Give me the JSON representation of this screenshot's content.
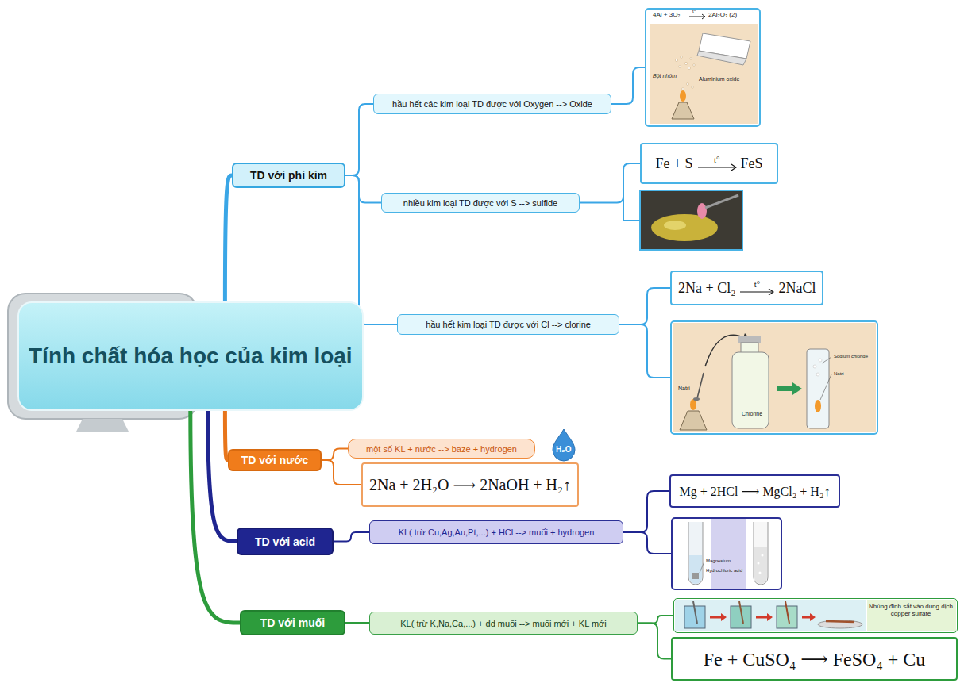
{
  "diagram": {
    "nodes": [
      {
        "text": [
          "Tính chất hóa học của kim loại"
        ]
      },
      {
        "text": [
          "TD với phi kim"
        ]
      },
      {
        "text": [
          "hầu hết các kim loại TD được với Oxygen --> Oxide"
        ]
      },
      {
        "text": [
          "4Al + 3O₂",
          "t°",
          "2Al₂O₃ (2)",
          "Bột nhôm",
          "Aluminium oxide"
        ]
      },
      {
        "text": [
          "nhiều kim loại TD được với S --> sulfide"
        ]
      },
      {
        "text": [
          "Fe + S",
          "t°",
          "FeS"
        ]
      },
      {
        "text": [
          "hầu hết kim loại TD được với Cl --> clorine"
        ]
      },
      {
        "text": [
          "2Na + Cl₂",
          "t°",
          "2NaCl"
        ]
      },
      {
        "text": [
          "Natri",
          "Chlorine",
          "Sodium chloride",
          "Natri"
        ]
      },
      {
        "text": [
          "TD với nước"
        ]
      },
      {
        "text": [
          "một số KL + nước --> baze + hydrogen"
        ]
      },
      {
        "text": [
          "2Na + 2H₂O ⟶ 2NaOH + H₂↑"
        ]
      },
      {
        "text": [
          "TD với acid"
        ]
      },
      {
        "text": [
          "KL( trừ Cu,Ag,Au,Pt,...) + HCl --> muối + hydrogen"
        ]
      },
      {
        "text": [
          "Mg + 2HCl ⟶ MgCl₂ + H₂↑"
        ]
      },
      {
        "text": [
          "Magnesium",
          "Hydrochloric acid"
        ]
      },
      {
        "text": [
          "TD với muối"
        ]
      },
      {
        "text": [
          "KL( trừ K,Na,Ca,...) + dd muối --> muối mới + KL mới"
        ]
      },
      {
        "text": [
          "Nhúng đinh sắt vào dung dịch copper sulfate"
        ]
      },
      {
        "text": [
          "Fe + CuSO₄ ⟶ FeSO₄ + Cu"
        ]
      }
    ],
    "edges": [
      {
        "from": 0,
        "to": 1,
        "arrow": "none"
      },
      {
        "from": 1,
        "to": 2,
        "arrow": "none"
      },
      {
        "from": 2,
        "to": 3,
        "arrow": "none"
      },
      {
        "from": 1,
        "to": 4,
        "arrow": "none"
      },
      {
        "from": 4,
        "to": 5,
        "arrow": "none"
      },
      {
        "from": 1,
        "to": 6,
        "arrow": "none"
      },
      {
        "from": 6,
        "to": 7,
        "arrow": "none"
      },
      {
        "from": 6,
        "to": 8,
        "arrow": "none"
      },
      {
        "from": 0,
        "to": 9,
        "arrow": "none"
      },
      {
        "from": 9,
        "to": 10,
        "arrow": "none"
      },
      {
        "from": 9,
        "to": 11,
        "arrow": "none"
      },
      {
        "from": 0,
        "to": 12,
        "arrow": "none"
      },
      {
        "from": 12,
        "to": 13,
        "arrow": "none"
      },
      {
        "from": 13,
        "to": 14,
        "arrow": "none"
      },
      {
        "from": 13,
        "to": 15,
        "arrow": "none"
      },
      {
        "from": 0,
        "to": 16,
        "arrow": "none"
      },
      {
        "from": 16,
        "to": 17,
        "arrow": "none"
      },
      {
        "from": 17,
        "to": 18,
        "arrow": "none"
      },
      {
        "from": 17,
        "to": 19,
        "arrow": "none"
      }
    ],
    "labels": [
      "H₂O"
    ]
  }
}
